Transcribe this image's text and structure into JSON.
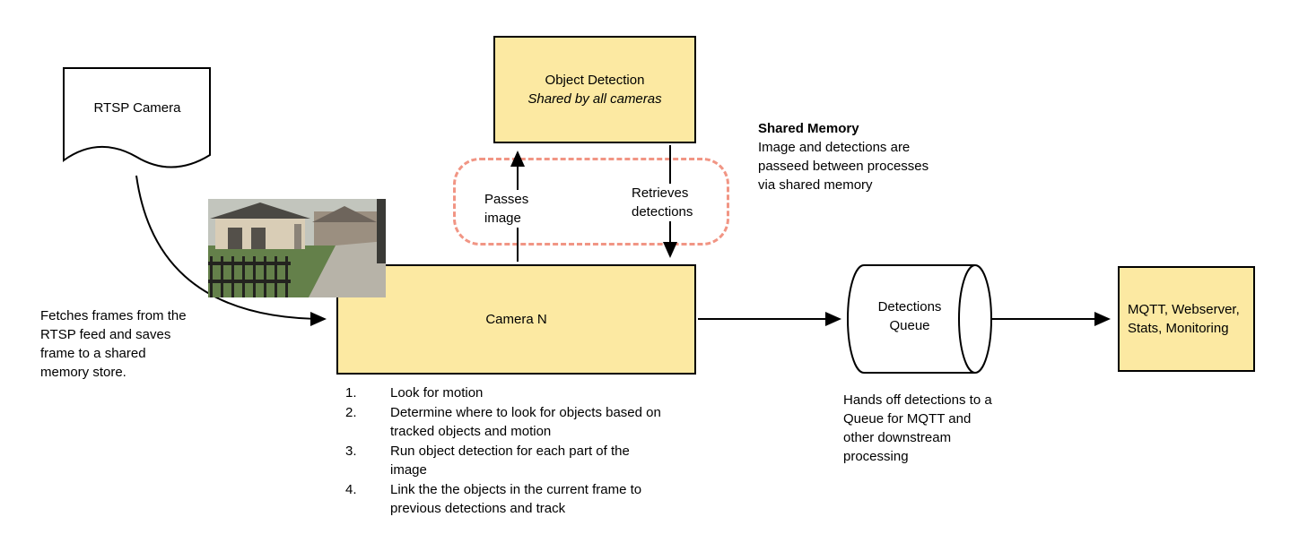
{
  "diagram": {
    "nodes": {
      "rtsp_camera": {
        "label": "RTSP Camera"
      },
      "object_detection": {
        "title": "Object Detection",
        "subtitle": "Shared by all cameras"
      },
      "camera_n": {
        "label": "Camera N"
      },
      "detections_queue": {
        "label": "Detections\nQueue"
      },
      "outputs": {
        "label": "MQTT, Webserver, Stats, Monitoring"
      }
    },
    "edge_labels": {
      "passes_image": "Passes\nimage",
      "retrieves_detections": "Retrieves\ndetections"
    },
    "annotations": {
      "fetch_frames": "Fetches frames from the RTSP feed and saves frame to a shared memory store.",
      "shared_memory_title": "Shared Memory",
      "shared_memory_body": "Image and detections are passeed between processes via shared memory",
      "hands_off": "Hands off detections to a Queue for MQTT and other downstream processing"
    },
    "camera_steps": [
      {
        "num": "1.",
        "text": "Look for motion"
      },
      {
        "num": "2.",
        "text": "Determine where to look for objects based on tracked objects and motion"
      },
      {
        "num": "3.",
        "text": "Run object detection for each part of the image"
      },
      {
        "num": "4.",
        "text": "Link the the objects in the current frame to previous detections and track"
      }
    ],
    "colors": {
      "node_fill": "#fce9a2",
      "node_stroke": "#000000",
      "shared_memory_stroke": "#f19584",
      "arrow": "#000000"
    }
  }
}
